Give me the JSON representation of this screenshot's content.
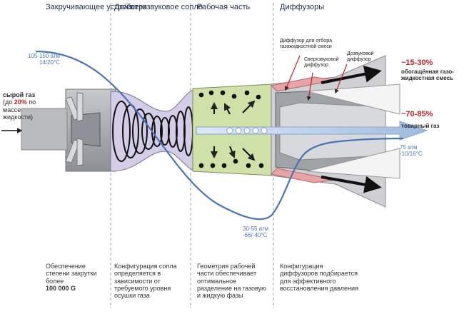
{
  "sections": [
    {
      "title": "Закручивающее устройство",
      "note": "Обеспечение степени закрутки более",
      "note_bold": "100 000 G"
    },
    {
      "title": "До/сверхзвуковое сопло",
      "note": "Конфигурация сопла определяется в зависимости от требуемого уровня осушки газа"
    },
    {
      "title": "Рабочая часть",
      "note": "Геометрия рабочей части обеспечивает оптимальное разделение на газовую и жидкую фазы"
    },
    {
      "title": "Диффузоры",
      "note": "Конфигурация диффузоров подбирается для эффективного восстановления давления"
    }
  ],
  "inlet": {
    "pressure": "105-150 атм",
    "temperature": "14/20°C",
    "label_1": "сырой газ",
    "label_2": "(до",
    "label_pct": "20%",
    "label_3": "по",
    "label_4": "массе",
    "label_5": "жидкости)"
  },
  "throat": {
    "pressure": "30-55 атм",
    "temperature": "-66/-40°C"
  },
  "outlet": {
    "pressure": "75 атм",
    "temperature": "-10/16°C"
  },
  "diffuser_labels": {
    "liquid_offtake": "Диффузор для отбора газожидкостной смеси",
    "supersonic": "Сверхзвуковой диффузор",
    "subsonic": "Дозвуковой диффузор"
  },
  "outputs": [
    {
      "percent": "~15-30%",
      "label": "обогащённая газо- жидкостная смесь"
    },
    {
      "percent": "~70-85%",
      "label": "товарный газ"
    }
  ],
  "colors": {
    "accent_red": "#c0202a",
    "curve_blue": "#4a74b4",
    "working_green": "#cfe0a8",
    "nozzle_lilac": "#d4cde8",
    "diffuser_pink": "#e7a3a6"
  }
}
